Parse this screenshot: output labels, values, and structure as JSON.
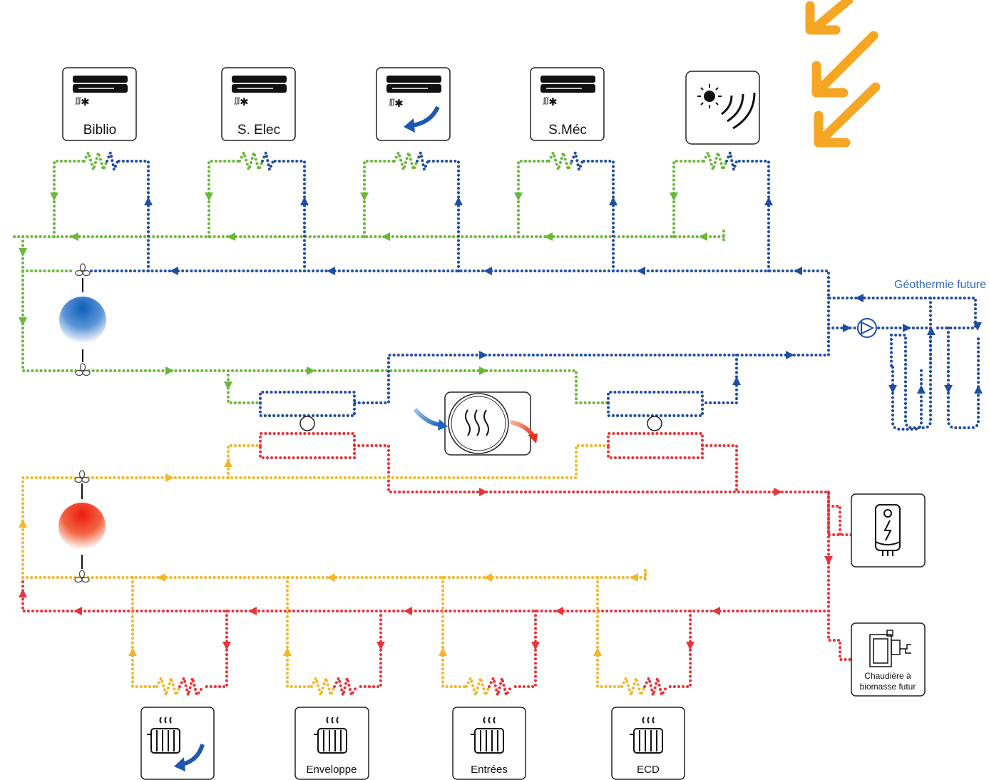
{
  "colors": {
    "chilled_supply": "#1f4ea3",
    "chilled_return": "#6ab838",
    "hot_supply": "#e8343a",
    "hot_return": "#f2b829",
    "geothermal_label": "#2f6db5",
    "sun_arrows": "#f5a623",
    "box_border": "#222222"
  },
  "cooling_units": [
    {
      "label": "Biblio",
      "icon": "air-conditioner-icon"
    },
    {
      "label": "S. Elec",
      "icon": "air-conditioner-icon"
    },
    {
      "label": "",
      "icon": "air-conditioner-recovery-icon"
    },
    {
      "label": "S.Méc",
      "icon": "air-conditioner-icon"
    },
    {
      "label": "",
      "icon": "solar-gain-icon"
    }
  ],
  "heating_units": [
    {
      "label": "",
      "icon": "radiator-recovery-icon"
    },
    {
      "label": "Enveloppe",
      "icon": "radiator-icon"
    },
    {
      "label": "Entrées",
      "icon": "radiator-icon"
    },
    {
      "label": "ECD",
      "icon": "radiator-icon"
    }
  ],
  "geothermal": {
    "label": "Géothermie future"
  },
  "water_heater": {
    "icon": "electric-water-heater-icon"
  },
  "boiler": {
    "label_line1": "Chaudière à",
    "label_line2": "biomasse futur",
    "icon": "biomass-boiler-icon"
  },
  "heat_pump": {
    "icon": "heat-pump-exchanger-icon"
  },
  "tanks": {
    "cold": "cold-storage-tank",
    "hot": "hot-storage-tank"
  }
}
